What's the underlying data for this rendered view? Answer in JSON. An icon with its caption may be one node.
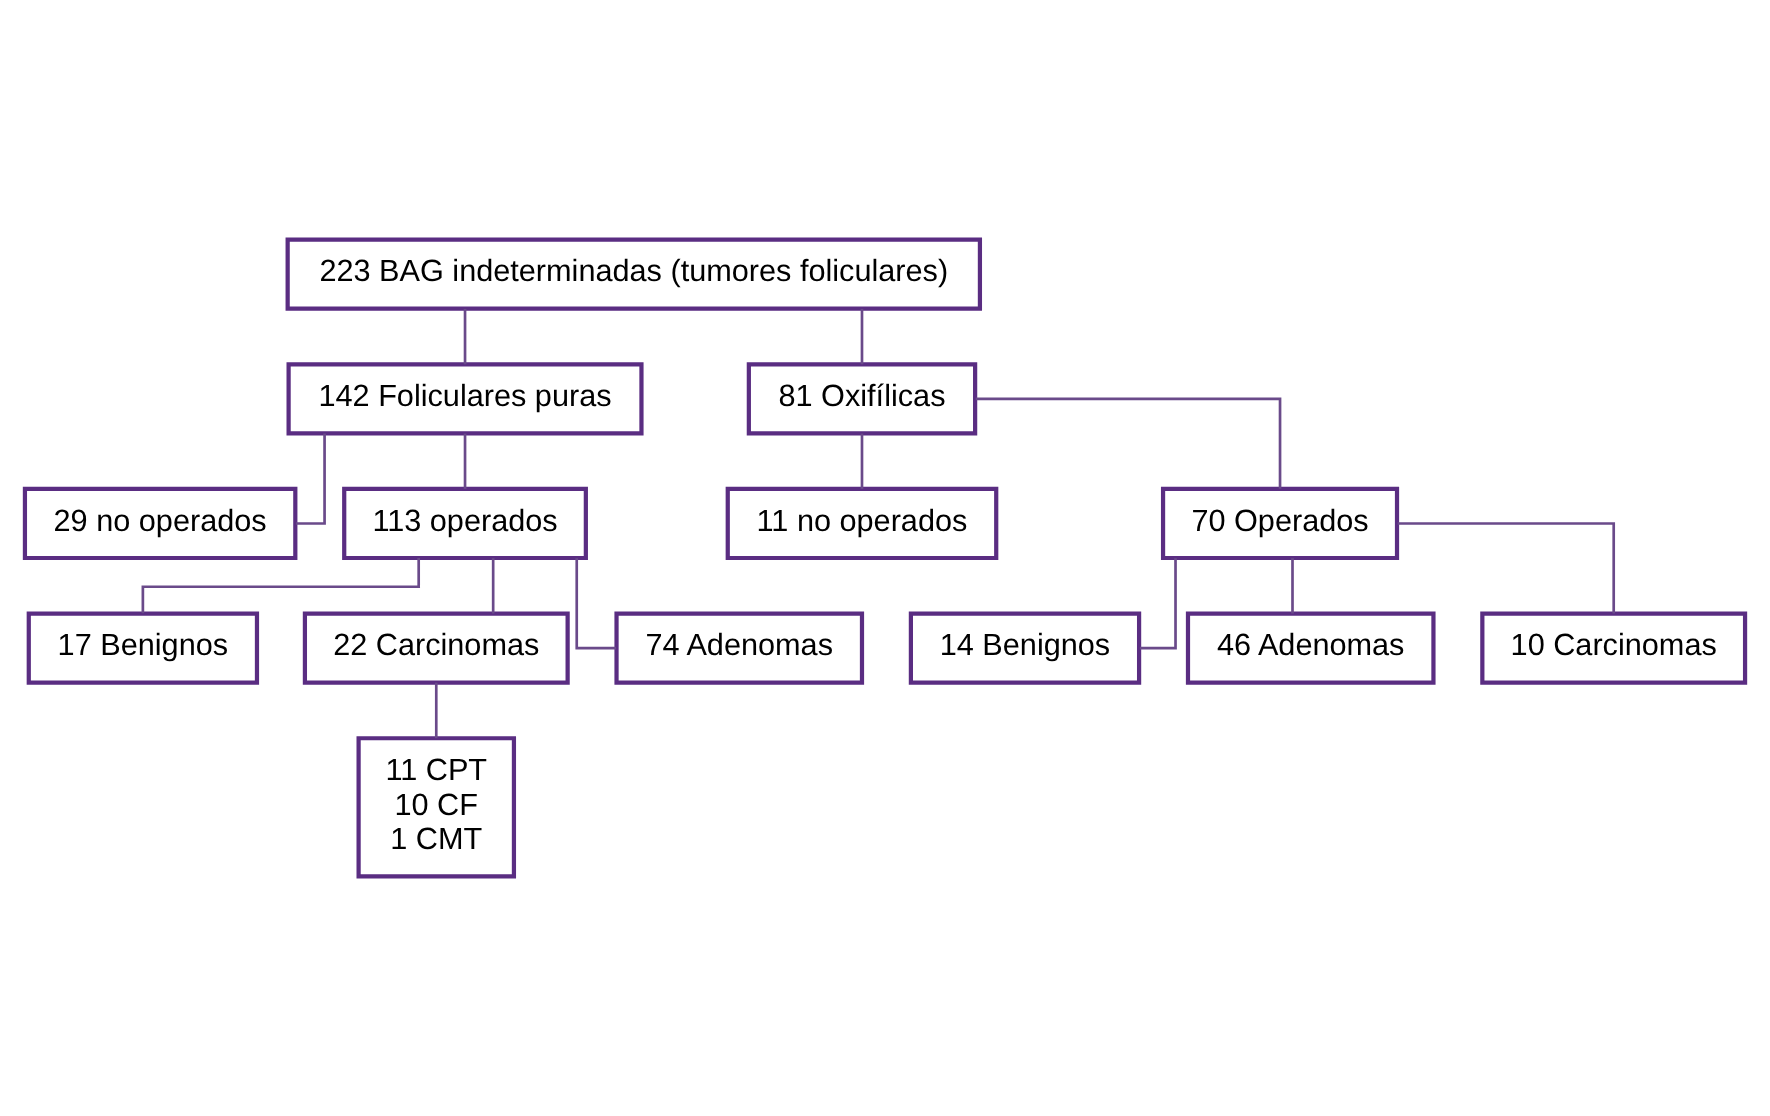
{
  "diagram": {
    "nodes": [
      {
        "text": [
          "223 BAG indeterminadas (tumores foliculares)"
        ]
      },
      {
        "text": [
          "142 Foliculares puras"
        ]
      },
      {
        "text": [
          "81 Oxifílicas"
        ]
      },
      {
        "text": [
          "29 no operados"
        ]
      },
      {
        "text": [
          "113 operados"
        ]
      },
      {
        "text": [
          "11 no operados"
        ]
      },
      {
        "text": [
          "70 Operados"
        ]
      },
      {
        "text": [
          "17 Benignos"
        ]
      },
      {
        "text": [
          "22 Carcinomas"
        ]
      },
      {
        "text": [
          "74 Adenomas"
        ]
      },
      {
        "text": [
          "11 CPT",
          "10 CF",
          "1 CMT"
        ]
      },
      {
        "text": [
          "14 Benignos"
        ]
      },
      {
        "text": [
          "46 Adenomas"
        ]
      },
      {
        "text": [
          "10 Carcinomas"
        ]
      }
    ],
    "edges": [
      {
        "from": 0,
        "to": 1,
        "arrow": "none"
      },
      {
        "from": 0,
        "to": 2,
        "arrow": "none"
      },
      {
        "from": 1,
        "to": 3,
        "arrow": "none"
      },
      {
        "from": 1,
        "to": 4,
        "arrow": "none"
      },
      {
        "from": 2,
        "to": 5,
        "arrow": "none"
      },
      {
        "from": 2,
        "to": 6,
        "arrow": "none"
      },
      {
        "from": 4,
        "to": 7,
        "arrow": "none"
      },
      {
        "from": 4,
        "to": 8,
        "arrow": "none"
      },
      {
        "from": 4,
        "to": 9,
        "arrow": "none"
      },
      {
        "from": 8,
        "to": 10,
        "arrow": "none"
      },
      {
        "from": 6,
        "to": 11,
        "arrow": "none"
      },
      {
        "from": 6,
        "to": 12,
        "arrow": "none"
      },
      {
        "from": 6,
        "to": 13,
        "arrow": "none"
      }
    ]
  }
}
